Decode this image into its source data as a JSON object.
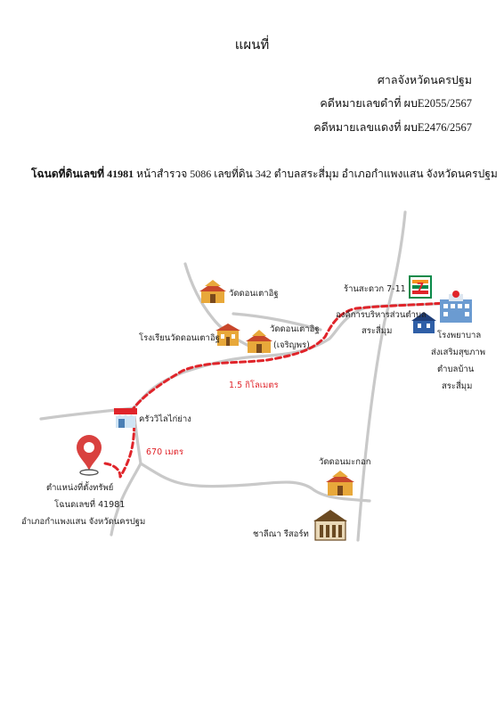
{
  "header": {
    "title": "แผนที่",
    "court": "ศาลจังหวัดนครปฐม",
    "black_case": "คดีหมายเลขดำที่ ผบE2055/2567",
    "red_case": "คดีหมายเลขแดงที่ ผบE2476/2567"
  },
  "deed": {
    "bold": "โฉนดที่ดินเลขที่ 41981",
    "rest": " หน้าสำรวจ 5086 เลขที่ดิน 342 ตำบลสระสี่มุม  อำเภอกำแพงแสน จังหวัดนครปฐม"
  },
  "map": {
    "labels": {
      "temple_top": "วัดดอนเตาอิฐ",
      "school": "โรงเรียนวัดดอนเตาอิฐ",
      "temple_mid_1": "วัดดอนเตาอิฐ",
      "temple_mid_2": "(เจริญพร)",
      "seven_eleven": "ร้านสะดวก 7-11",
      "tao_1": "องค์การบริหารส่วนตำบล",
      "tao_2": "สระสี่มุม",
      "hospital_1": "โรงพยาบาล",
      "hospital_2": "ส่งเสริมสุขภาพ",
      "hospital_3": "ตำบลบ้าน",
      "hospital_4": "สระสี่มุม",
      "kitchen": "ครัววิไลไก่ย่าง",
      "property_1": "ตำแหน่งที่ตั้งทรัพย์",
      "property_2": "โฉนดเลขที่ 41981",
      "property_3": "อำเภอกำแพงแสน จังหวัดนครปฐม",
      "temple_low": "วัดดอนมะกอก",
      "resort": "ชาลีณา รีสอร์ท"
    },
    "distances": {
      "long": "1.5 กิโลเมตร",
      "short": "670 เมตร"
    },
    "colors": {
      "road": "#c9c9c9",
      "route": "#e0242a",
      "pin": "#d9413f",
      "temple": "#e8a83a",
      "roof": "#c8472b",
      "hospital": "#6b9bd1"
    },
    "icons": [
      "temple-icon",
      "school-icon",
      "seven-eleven-icon",
      "hospital-icon",
      "building-icon",
      "shop-icon",
      "location-pin-icon",
      "resort-icon"
    ]
  }
}
